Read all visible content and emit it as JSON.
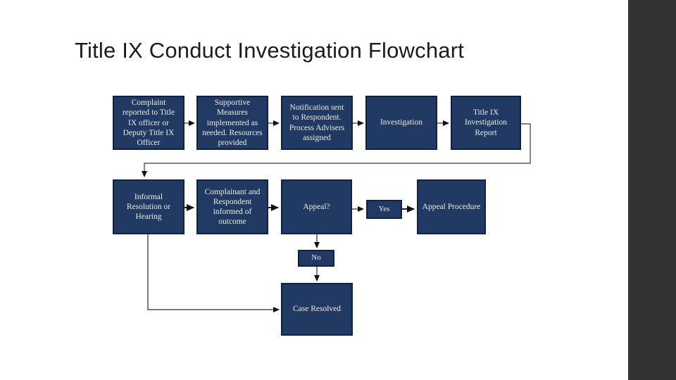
{
  "slide": {
    "title": "Title IX Conduct Investigation Flowchart"
  },
  "flowchart": {
    "nodes": [
      {
        "id": "complaint-reported",
        "label": "Complaint reported to Title IX officer or Deputy Title IX Officer"
      },
      {
        "id": "supportive-measures",
        "label": "Supportive Measures implemented as needed. Resources provided"
      },
      {
        "id": "notification-sent",
        "label": "Notification sent to Respondent. Process Advisers assigned"
      },
      {
        "id": "investigation",
        "label": "Investigation"
      },
      {
        "id": "investigation-report",
        "label": "Title IX Investigation Report"
      },
      {
        "id": "informal-resolution",
        "label": "Informal Resolution or Hearing"
      },
      {
        "id": "informed-of-outcome",
        "label": "Complainant and Respondent informed of outcome"
      },
      {
        "id": "appeal-question",
        "label": "Appeal?"
      },
      {
        "id": "yes",
        "label": "Yes"
      },
      {
        "id": "appeal-procedure",
        "label": "Appeal Procedure"
      },
      {
        "id": "no",
        "label": "No"
      },
      {
        "id": "case-resolved",
        "label": "Case Resolved"
      }
    ],
    "colors": {
      "node_fill": "#203a63",
      "node_border": "#122142",
      "node_text": "#efeadf",
      "connector": "#2b2b2b",
      "sidebar_background": "#333336",
      "title_text": "#1c1c1c",
      "slide_background": "#ffffff"
    }
  }
}
